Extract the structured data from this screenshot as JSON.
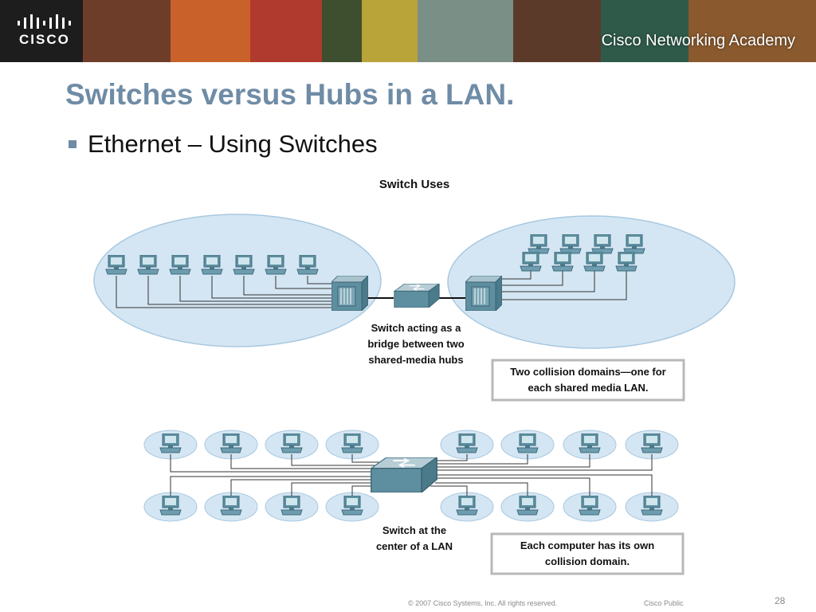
{
  "header": {
    "logo_text": "CISCO",
    "academy_text": "Cisco Networking Academy"
  },
  "slide": {
    "title": "Switches versus Hubs in a LAN.",
    "bullet": "Ethernet – Using Switches"
  },
  "diagram": {
    "heading": "Switch Uses",
    "caption_bridge": [
      "Switch acting as a",
      "bridge between two",
      "shared-media hubs"
    ],
    "box_collision": [
      "Two collision domains—one for",
      "each shared media LAN."
    ],
    "caption_center": [
      "Switch at the",
      "center of a LAN"
    ],
    "box_each": [
      "Each computer has its own",
      "collision domain."
    ]
  },
  "footer": {
    "copyright": "© 2007 Cisco Systems, Inc. All rights reserved.",
    "classification": "Cisco Public",
    "page_number": "28"
  },
  "colors": {
    "title": "#6f8ca6",
    "ellipse_fill": "#d4e6f3",
    "ellipse_stroke": "#a9c8e0",
    "device": "#5e8fa0"
  }
}
